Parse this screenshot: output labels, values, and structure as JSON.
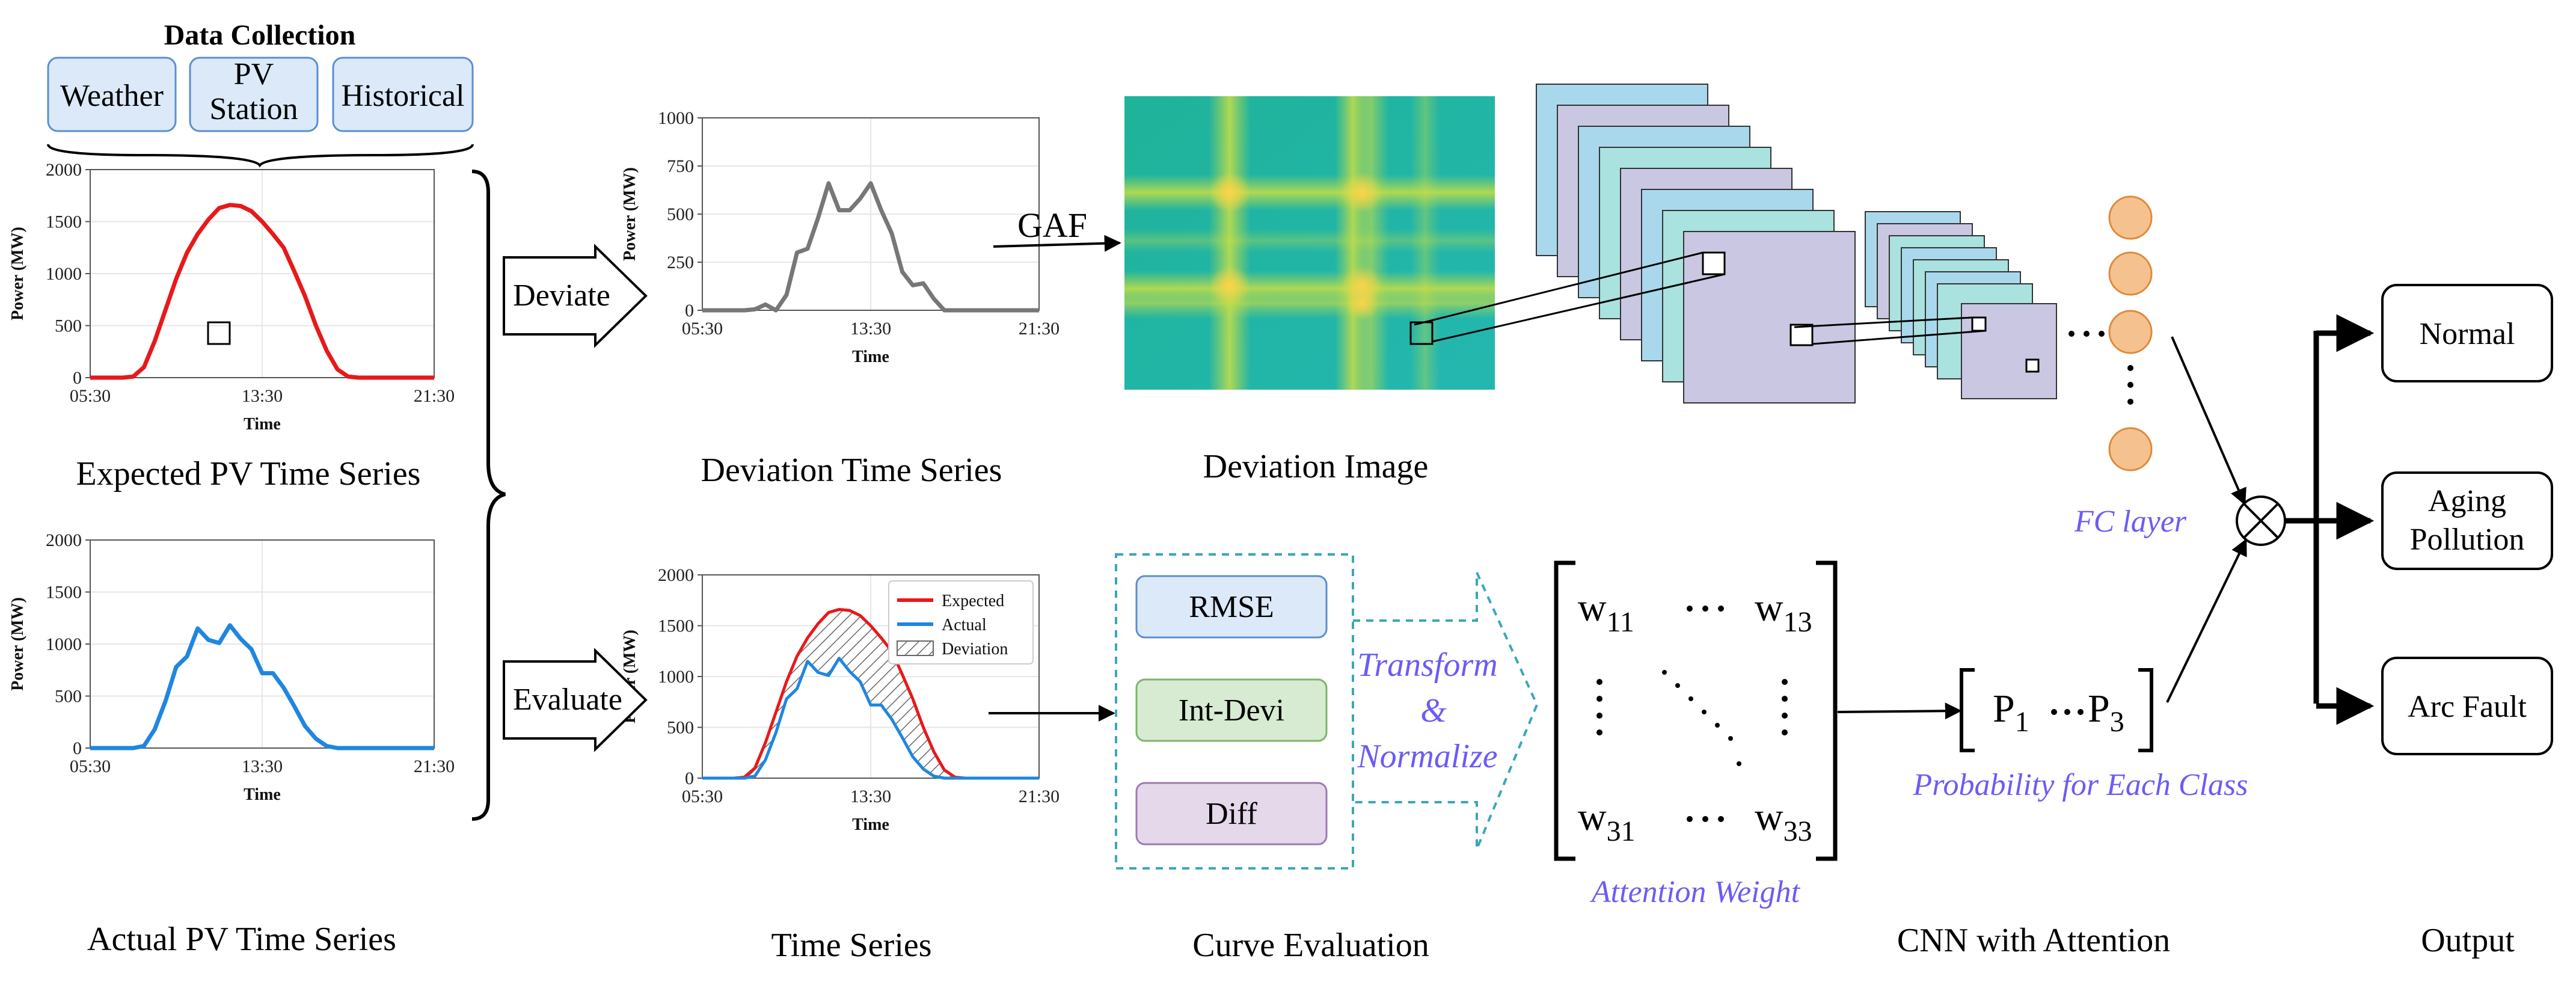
{
  "data_collection": {
    "title": "Data Collection",
    "sources": [
      "Weather",
      "PV Station",
      "Historical"
    ]
  },
  "captions": {
    "expected": "Expected PV Time Series",
    "actual": "Actual PV Time Series",
    "deviation_ts": "Deviation Time Series",
    "deviation_image": "Deviation Image",
    "time_series": "Time Series",
    "curve_evaluation": "Curve Evaluation",
    "cnn": "CNN with Attention",
    "output": "Output"
  },
  "arrows": {
    "deviate": "Deviate",
    "evaluate": "Evaluate",
    "gaf": "GAF",
    "transform": "Transform",
    "amp": "&",
    "normalize": "Normalize"
  },
  "metrics": [
    "RMSE",
    "Int-Devi",
    "Diff"
  ],
  "labels": {
    "fc_layer": "FC layer",
    "attention_weight": "Attention Weight",
    "probability": "Probability for Each Class"
  },
  "matrix": {
    "w11": "w",
    "s11": "11",
    "w13": "w",
    "s13": "13",
    "w31": "w",
    "s31": "31",
    "w33": "w",
    "s33": "33"
  },
  "prob": {
    "p1": "P",
    "s1": "1",
    "p3": "P",
    "s3": "3"
  },
  "outputs": [
    "Normal",
    "Aging Pollution",
    "Arc Fault"
  ],
  "colors": {
    "expected": "#e8191a",
    "actual": "#1f86e0",
    "deviation": "#777777",
    "rmse_fill": "#dbe9f8",
    "intdevi_fill": "#d7ead2",
    "diff_fill": "#e4d8ea",
    "fc_node": "#f5c28f",
    "accent_text": "#6b5cf5"
  },
  "chart_data": [
    {
      "id": "expected",
      "type": "line",
      "xlabel": "Time",
      "ylabel": "Power (MW)",
      "xticks": [
        "05:30",
        "13:30",
        "21:30"
      ],
      "yticks": [
        0,
        500,
        1000,
        1500,
        2000
      ],
      "xlim": [
        0,
        16
      ],
      "ylim": [
        0,
        2000
      ],
      "series": [
        {
          "color": "#e8191a",
          "x": [
            0,
            1.5,
            2,
            2.5,
            3,
            3.5,
            4,
            4.5,
            5,
            5.5,
            6,
            6.5,
            7,
            7.5,
            8,
            8.5,
            9,
            9.5,
            10,
            10.5,
            11,
            11.5,
            12,
            12.5,
            13,
            16
          ],
          "values": [
            0,
            0,
            10,
            100,
            350,
            650,
            950,
            1200,
            1380,
            1520,
            1630,
            1660,
            1650,
            1600,
            1500,
            1380,
            1250,
            1020,
            780,
            500,
            260,
            80,
            10,
            0,
            0,
            0
          ]
        }
      ]
    },
    {
      "id": "actual",
      "type": "line",
      "xlabel": "Time",
      "ylabel": "Power (MW)",
      "xticks": [
        "05:30",
        "13:30",
        "21:30"
      ],
      "yticks": [
        0,
        500,
        1000,
        1500,
        2000
      ],
      "xlim": [
        0,
        16
      ],
      "ylim": [
        0,
        2000
      ],
      "series": [
        {
          "color": "#1f86e0",
          "x": [
            0,
            2,
            2.5,
            3,
            3.5,
            4,
            4.5,
            5,
            5.5,
            6,
            6.5,
            7,
            7.5,
            8,
            8.5,
            9,
            9.5,
            10,
            10.5,
            11,
            11.5,
            12,
            13,
            16
          ],
          "values": [
            0,
            0,
            20,
            180,
            450,
            780,
            880,
            1150,
            1040,
            1010,
            1180,
            1050,
            950,
            720,
            720,
            580,
            400,
            210,
            90,
            20,
            0,
            0,
            0,
            0
          ]
        }
      ]
    },
    {
      "id": "deviation",
      "type": "line",
      "xlabel": "Time",
      "ylabel": "Power (MW)",
      "xticks": [
        "05:30",
        "13:30",
        "21:30"
      ],
      "yticks": [
        0,
        250,
        500,
        750,
        1000
      ],
      "xlim": [
        0,
        16
      ],
      "ylim": [
        0,
        1000
      ],
      "series": [
        {
          "color": "#777777",
          "x": [
            0,
            2,
            2.5,
            3,
            3.5,
            4,
            4.5,
            5,
            5.5,
            6,
            6.5,
            7,
            7.5,
            8,
            8.5,
            9,
            9.5,
            10,
            10.5,
            11,
            11.5,
            12,
            13,
            16
          ],
          "values": [
            0,
            0,
            5,
            30,
            0,
            80,
            300,
            320,
            480,
            660,
            520,
            520,
            580,
            660,
            520,
            400,
            200,
            130,
            140,
            60,
            0,
            0,
            0,
            0
          ]
        }
      ]
    },
    {
      "id": "combined",
      "type": "area",
      "xlabel": "Time",
      "ylabel": "Power (MW)",
      "xticks": [
        "05:30",
        "13:30",
        "21:30"
      ],
      "yticks": [
        0,
        500,
        1000,
        1500,
        2000
      ],
      "xlim": [
        0,
        16
      ],
      "ylim": [
        0,
        2000
      ],
      "legend": [
        "Expected",
        "Actual",
        "Deviation"
      ],
      "legend_position": "top-right",
      "series": [
        {
          "name": "Expected",
          "color": "#e8191a",
          "x": [
            0,
            1.5,
            2,
            2.5,
            3,
            3.5,
            4,
            4.5,
            5,
            5.5,
            6,
            6.5,
            7,
            7.5,
            8,
            8.5,
            9,
            9.5,
            10,
            10.5,
            11,
            11.5,
            12,
            12.5,
            13,
            16
          ],
          "values": [
            0,
            0,
            10,
            100,
            350,
            650,
            950,
            1200,
            1380,
            1520,
            1630,
            1660,
            1650,
            1600,
            1500,
            1380,
            1250,
            1020,
            780,
            500,
            260,
            80,
            10,
            0,
            0,
            0
          ]
        },
        {
          "name": "Actual",
          "color": "#1f86e0",
          "x": [
            0,
            1.5,
            2,
            2.5,
            3,
            3.5,
            4,
            4.5,
            5,
            5.5,
            6,
            6.5,
            7,
            7.5,
            8,
            8.5,
            9,
            9.5,
            10,
            10.5,
            11,
            11.5,
            12,
            12.5,
            13,
            16
          ],
          "values": [
            0,
            0,
            0,
            20,
            180,
            450,
            780,
            880,
            1150,
            1040,
            1010,
            1180,
            1050,
            950,
            720,
            720,
            580,
            400,
            210,
            90,
            20,
            0,
            0,
            0,
            0,
            0
          ]
        }
      ]
    }
  ]
}
